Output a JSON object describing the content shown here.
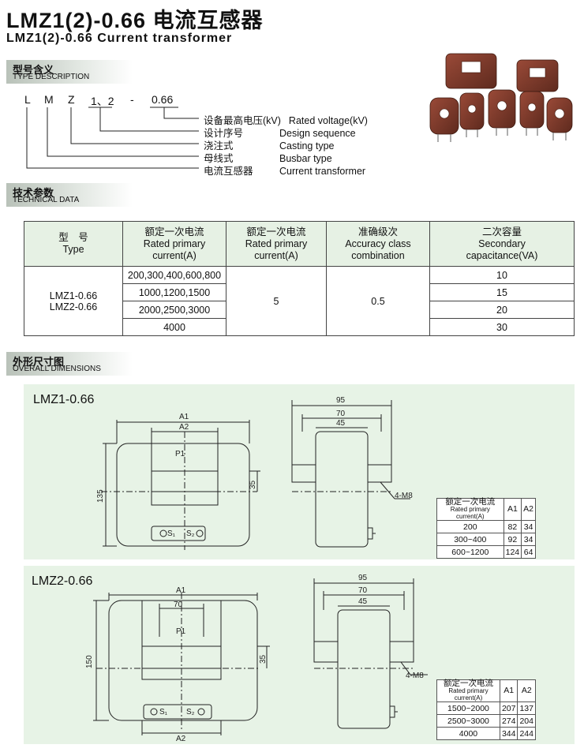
{
  "title_cn": "LMZ1(2)-0.66 电流互感器",
  "title_en": "LMZ1(2)-0.66  Current transformer",
  "type_section": {
    "cn": "型号含义",
    "en": "TYPE DESCRIPTION"
  },
  "type_code": [
    "L",
    "M",
    "Z",
    "1、2",
    "-",
    "0.66"
  ],
  "type_desc": [
    {
      "cn": "设备最高电压(kV)",
      "en": "Rated voltage(kV)"
    },
    {
      "cn": "设计序号",
      "en": "Design sequence"
    },
    {
      "cn": "浇注式",
      "en": "Casting type"
    },
    {
      "cn": "母线式",
      "en": "Busbar type"
    },
    {
      "cn": "电流互感器",
      "en": "Current transformer"
    }
  ],
  "tech_section": {
    "cn": "技术参数",
    "en": "TECHNICAL DATA"
  },
  "spec_table": {
    "headers": [
      {
        "cn": "型　号",
        "en": "Type"
      },
      {
        "cn": "额定一次电流",
        "en1": "Rated primary",
        "en2": "current(A)"
      },
      {
        "cn": "额定一次电流",
        "en1": "Rated primary",
        "en2": "current(A)"
      },
      {
        "cn": "准确级次",
        "en1": "Accuracy class",
        "en2": "combination"
      },
      {
        "cn": "二次容量",
        "en1": "Secondary",
        "en2": "capacitance(VA)"
      }
    ],
    "type_lines": [
      "LMZ1-0.66",
      "LMZ2-0.66"
    ],
    "currents": [
      "200,300,400,600,800",
      "1000,1200,1500",
      "2000,2500,3000",
      "4000"
    ],
    "rated_current": "5",
    "accuracy": "0.5",
    "capacities": [
      "10",
      "15",
      "20",
      "30"
    ]
  },
  "dim_section": {
    "cn": "外形尺寸图",
    "en": "OVERALL DIMENSIONS"
  },
  "lmz1": {
    "label": "LMZ1-0.66",
    "dims": {
      "a1": "A1",
      "a2": "A2",
      "p1": "P1",
      "h": "135",
      "b": "35",
      "w95": "95",
      "w70": "70",
      "w45": "45",
      "bolt": "4-M8",
      "s1": "S₁",
      "s2": "S₂"
    },
    "table": {
      "headers": [
        "额定一次电流",
        "Rated primary current(A)",
        "A1",
        "A2"
      ],
      "rows": [
        [
          "200",
          "82",
          "34"
        ],
        [
          "300~400",
          "92",
          "34"
        ],
        [
          "600~1200",
          "124",
          "64"
        ]
      ]
    }
  },
  "lmz2": {
    "label": "LMZ2-0.66",
    "dims": {
      "a1": "A1",
      "a2": "A2",
      "p1": "P1",
      "w70t": "70",
      "h": "150",
      "b": "35",
      "w95": "95",
      "w70": "70",
      "w45": "45",
      "bolt": "4-M8",
      "s1": "S₁",
      "s2": "S₂"
    },
    "table": {
      "headers": [
        "额定一次电流",
        "Rated primary current(A)",
        "A1",
        "A2"
      ],
      "rows": [
        [
          "1500~2000",
          "207",
          "137"
        ],
        [
          "2500~3000",
          "274",
          "204"
        ],
        [
          "4000",
          "344",
          "244"
        ]
      ]
    }
  },
  "colors": {
    "panel": "#e7f3e6",
    "body": "#7a3a2b",
    "header_bg": "#e6f1e4"
  }
}
